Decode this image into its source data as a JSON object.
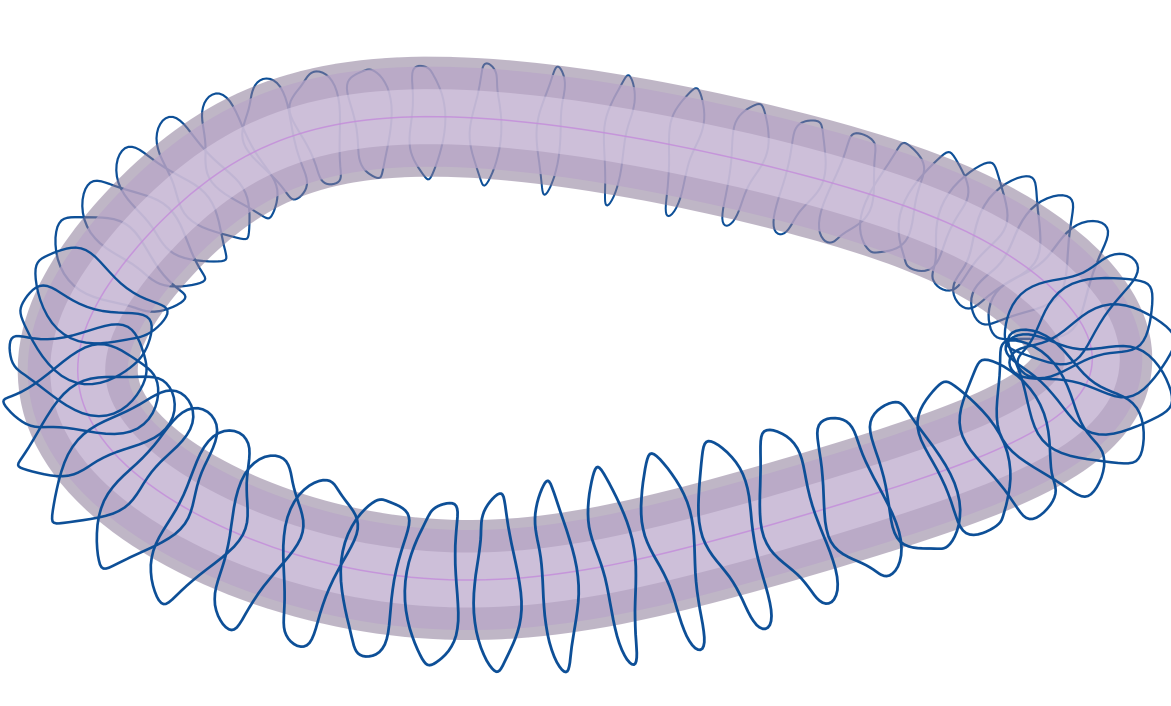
{
  "figure": {
    "description_text": "",
    "background_color": "#ffffff",
    "plasma_surface": {
      "shape": "stellarator-like twisted torus",
      "fill_color": "#b8a5c7",
      "highlight_color": "#dccfe7",
      "shadow_color": "#8a7a98",
      "axis_color": "#c38bd9"
    },
    "coil_set": {
      "color": "#0d4f97",
      "coil_count": 50,
      "style": "modular non-planar coils"
    }
  }
}
